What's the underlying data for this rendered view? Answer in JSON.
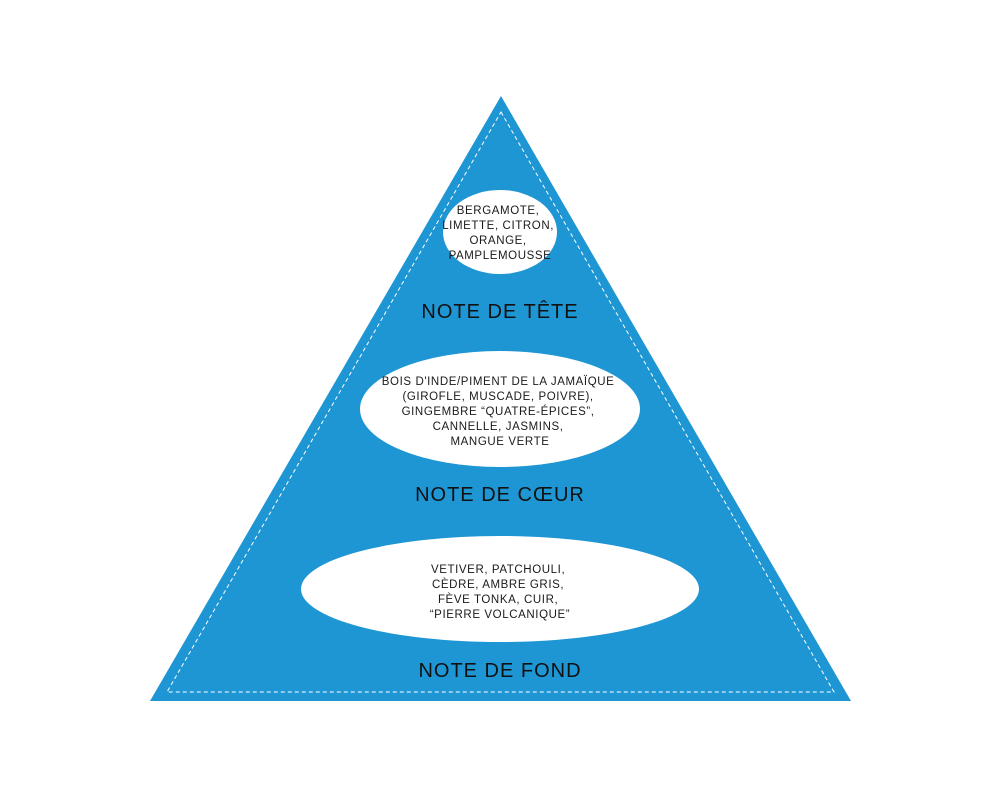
{
  "colors": {
    "pyramid_fill": "#1E96D4",
    "dashed_border": "#ffffff",
    "ellipse_fill": "#ffffff",
    "text": "#1a1a1a"
  },
  "tiers": [
    {
      "id": "top",
      "label": "NOTE DE TÊTE",
      "notes": [
        "BERGAMOTE,",
        "LIMETTE, CITRON,",
        "ORANGE,",
        "PAMPLEMOUSSE"
      ]
    },
    {
      "id": "heart",
      "label": "NOTE DE CŒUR",
      "notes": [
        "BOIS D'INDE/PIMENT DE LA JAMAÏQUE",
        "(GIROFLE, MUSCADE, POIVRE),",
        "GINGEMBRE “QUATRE-ÉPICES”,",
        "CANNELLE, JASMINS,",
        "MANGUE VERTE"
      ]
    },
    {
      "id": "base",
      "label": "NOTE DE FOND",
      "notes": [
        "VETIVER, PATCHOULI,",
        "CÈDRE, AMBRE GRIS,",
        "FÈVE TONKA, CUIR,",
        "“PIERRE VOLCANIQUE”"
      ]
    }
  ]
}
